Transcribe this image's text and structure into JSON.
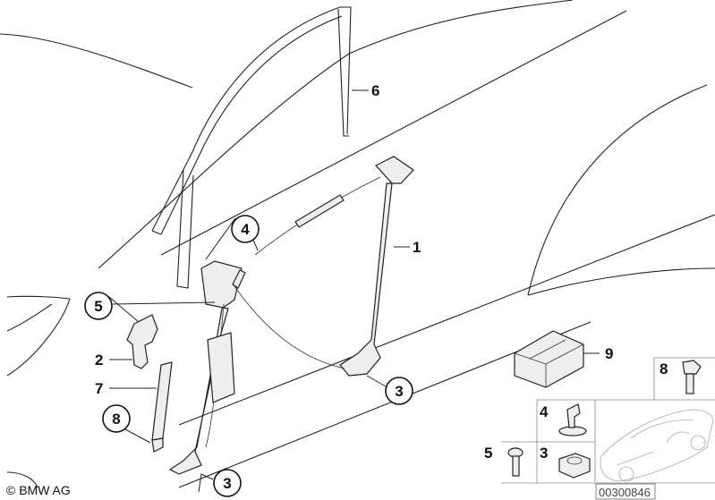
{
  "diagram": {
    "callouts": {
      "c4": "4",
      "c5": "5",
      "c8": "8",
      "c3a": "3",
      "c3b": "3"
    },
    "labels": {
      "l6": "6",
      "l1": "1",
      "l2": "2",
      "l7": "7",
      "l9": "9",
      "l8": "8",
      "l4": "4",
      "l5": "5",
      "l3": "3"
    },
    "copyright": "© BMW AG",
    "part_number": "00300846"
  }
}
